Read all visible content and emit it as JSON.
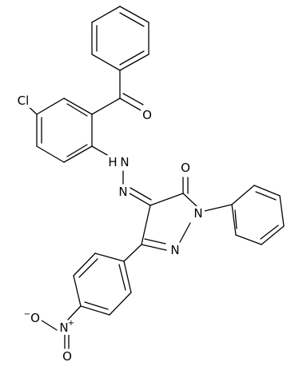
{
  "atoms": {
    "cl": "Cl",
    "o_benzoyl": "O",
    "hn_h": "H",
    "hn_n": "N",
    "n_hydrazone": "N",
    "o_pyrazolone": "O",
    "n1_ring": "N",
    "n2_ring": "N",
    "nitro_n": "N",
    "nitro_n_charge": "+",
    "nitro_o_minus": "O",
    "nitro_o_charge": "−",
    "nitro_o_double": "O"
  },
  "colors": {
    "bond": "#000000",
    "text": "#000000",
    "background": "#ffffff"
  }
}
